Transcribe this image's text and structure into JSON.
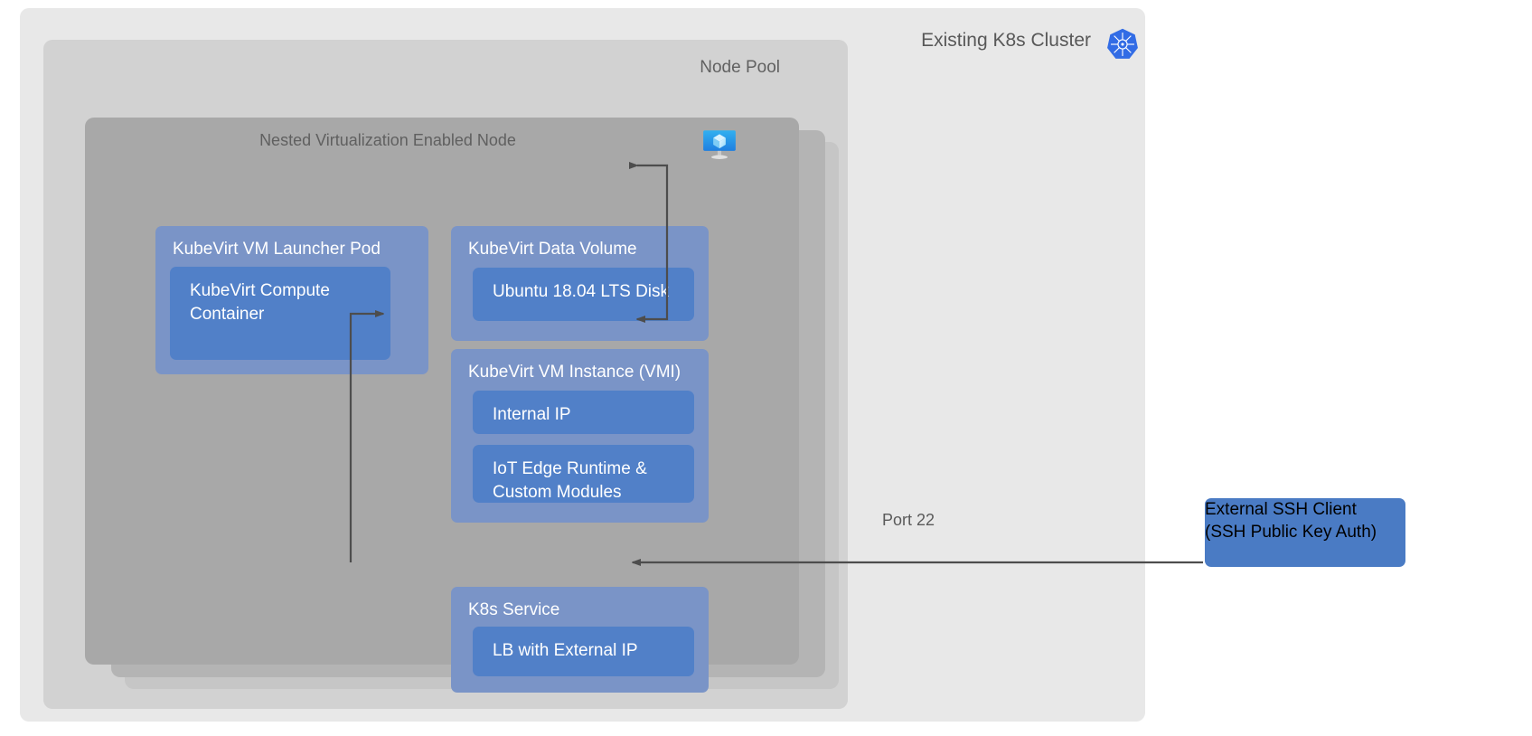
{
  "diagram": {
    "title": "KubeVirt nested virtualization on Kubernetes architecture",
    "colors": {
      "cluster_bg": "#e8e8e8",
      "nodepool_bg": "#d2d2d2",
      "node_bg": "#a8a8a8",
      "box_outer": "#7a94c7",
      "box_inner": "#5180c8",
      "box_solid": "#4a7bc4",
      "connector": "#4d4d4d",
      "label_text": "#5f5f5f",
      "k8s_blue": "#326ce5"
    }
  },
  "cluster": {
    "label": "Existing K8s Cluster",
    "icon": "kubernetes-logo-icon"
  },
  "nodepool": {
    "label": "Node Pool"
  },
  "node": {
    "label": "Nested Virtualization Enabled Node",
    "icon": "azure-virtual-machine-icon"
  },
  "boxes": {
    "launcher_pod": {
      "title": "KubeVirt VM Launcher Pod",
      "child": "KubeVirt Compute Container"
    },
    "data_volume": {
      "title": "KubeVirt Data Volume",
      "child": "Ubuntu 18.04 LTS Disk"
    },
    "vmi": {
      "title": "KubeVirt VM Instance (VMI)",
      "child_1": "Internal IP",
      "child_2": "IoT Edge Runtime & Custom Modules"
    },
    "k8s_service": {
      "title": "K8s Service",
      "child": "LB with External IP"
    },
    "ssh_client": {
      "line_1": "External SSH Client",
      "line_2": "(SSH Public Key Auth)"
    }
  },
  "connectors": {
    "port_label": "Port 22",
    "edges": [
      {
        "name": "vm-to-data-volume",
        "from": "vm-bracket",
        "to": "KubeVirt Data Volume"
      },
      {
        "name": "vm-to-vmi",
        "from": "vm-bracket",
        "to": "KubeVirt VM Instance (VMI)"
      },
      {
        "name": "lb-to-internal-ip",
        "from": "LB with External IP",
        "to": "Internal IP"
      },
      {
        "name": "ssh-to-lb",
        "from": "External SSH Client",
        "to": "LB with External IP",
        "label": "Port 22"
      }
    ]
  }
}
